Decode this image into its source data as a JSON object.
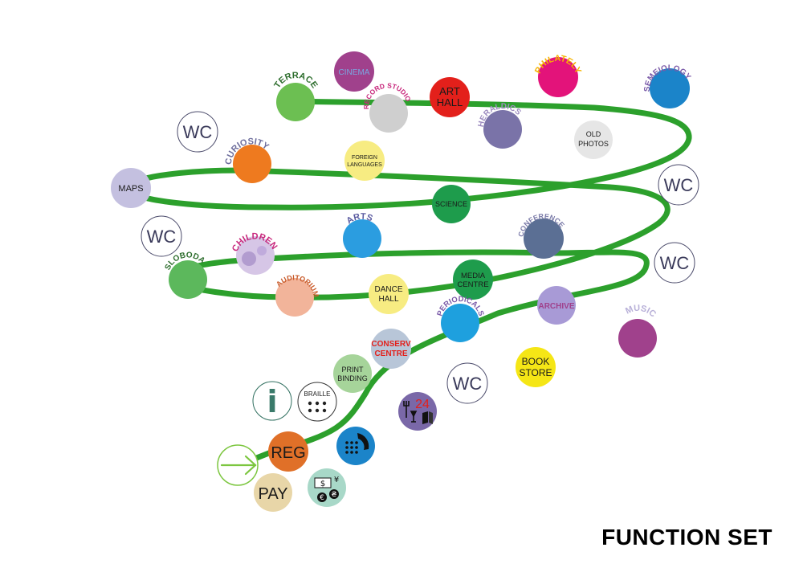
{
  "title": "FUNCTION SET",
  "colors": {
    "path": "#2ca02c",
    "entry_arrow": "#7cc63f"
  },
  "nodes": {
    "cinema": {
      "label": "CINEMA",
      "fill": "#a0418c",
      "text": "#7aa6e0"
    },
    "terrace": {
      "label": "TERRACE",
      "fill": "#6cbf52",
      "text": "#2e6e2e"
    },
    "record_studio": {
      "label": "RECORD STUDIO",
      "fill": "#cfcfcf",
      "text": "#c8277c"
    },
    "art_hall": {
      "label": "ART HALL",
      "fill": "#e3201b",
      "text": "#1a1a1a"
    },
    "philately": {
      "label": "PHILATELY",
      "fill": "#e3137a",
      "text": "#f5b400"
    },
    "semeiology": {
      "label": "SEMEIOLOGY",
      "fill": "#1b84c9",
      "text": "#7a5aa8"
    },
    "heraldics": {
      "label": "HERALDICS",
      "fill": "#7a73a8",
      "text": "#9d8cc0"
    },
    "old_photos": {
      "label": "OLD PHOTOS",
      "fill": "#e6e6e6",
      "text": "#1a1a1a"
    },
    "curiosity": {
      "label": "CURIOSITY",
      "fill": "#ee7a1f",
      "text": "#6d6d9c"
    },
    "foreign_languages": {
      "label": "FOREIGN LANGUAGES",
      "fill": "#f7ec82",
      "text": "#1a1a1a"
    },
    "maps": {
      "label": "MAPS",
      "fill": "#c4c0e0",
      "text": "#1a1a1a"
    },
    "science": {
      "label": "SCIENCE",
      "fill": "#1e9c4c",
      "text": "#1a1a1a"
    },
    "wc": {
      "label": "WC",
      "fill": "#ffffff",
      "text": "#3a3a5a"
    },
    "arts": {
      "label": "ARTS",
      "fill": "#2b9de0",
      "text": "#5a5aa0"
    },
    "children": {
      "label": "CHILDREN",
      "fill": "#d6c6e6",
      "text": "#c8277c"
    },
    "sloboda": {
      "label": "SLOBODA",
      "fill": "#5cb85c",
      "text": "#2e6e2e"
    },
    "conference": {
      "label": "CONFERENCE",
      "fill": "#5b6f94",
      "text": "#7a7aa8"
    },
    "media_centre": {
      "label": "MEDIA CENTRE",
      "fill": "#1e9c4c",
      "text": "#1a1a1a"
    },
    "dance_hall": {
      "label": "DANCE HALL",
      "fill": "#f7ec82",
      "text": "#1a1a1a"
    },
    "auditorium": {
      "label": "AUDITORIUM",
      "fill": "#f2b49a",
      "text": "#c85a2a"
    },
    "periodicals": {
      "label": "PERIODICALS",
      "fill": "#1ea0de",
      "text": "#7a5aa8"
    },
    "archive": {
      "label": "ARCHIVE",
      "fill": "#a89ad6",
      "text": "#a0418c"
    },
    "music": {
      "label": "MUSIC",
      "fill": "#a0418c",
      "text": "#b8b0d8"
    },
    "conserv_centre": {
      "label": "CONSERV CENTRE",
      "fill": "#b8c6d8",
      "text": "#e3201b"
    },
    "print_binding": {
      "label": "PRINT BINDING",
      "fill": "#a6d49a",
      "text": "#1a1a1a"
    },
    "book_store": {
      "label": "BOOK STORE",
      "fill": "#f5e616",
      "text": "#1a1a1a"
    },
    "braille": {
      "label": "BRAILLE",
      "fill": "#ffffff",
      "text": "#1a1a1a"
    },
    "info": {
      "label": "i",
      "fill": "#ffffff",
      "text": "#3a7a6a"
    },
    "cafe_24": {
      "label": "24",
      "fill": "#7a68a8",
      "text": "#e3201b"
    },
    "phone": {
      "label": "",
      "fill": "#1b84c9",
      "text": "#1a1a1a"
    },
    "reg": {
      "label": "REG",
      "fill": "#e07028",
      "text": "#1a1a1a"
    },
    "pay": {
      "label": "PAY",
      "fill": "#e8d6a8",
      "text": "#1a1a1a"
    },
    "currency": {
      "label": "$ ¥ € ₴",
      "fill": "#a8d8c8",
      "text": "#1a1a1a"
    }
  }
}
